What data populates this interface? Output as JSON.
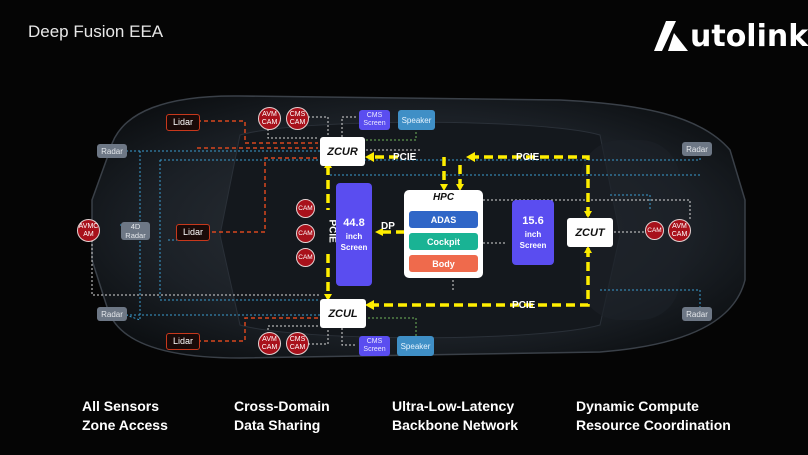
{
  "header": {
    "title": "Deep Fusion EEA",
    "brand": "utolink",
    "brand_full": "Autolink"
  },
  "colors": {
    "background": "#050505",
    "pcie_line": "#ffee00",
    "sensor_line": "#c8381c",
    "network_line": "#3a9ccf",
    "screen": "#5a4df0",
    "adas": "#2f66c7",
    "cockpit": "#19b394",
    "body": "#ef6a4c",
    "cam": "#a8111b",
    "radar": "#6d7785",
    "speaker": "#3f8fc6"
  },
  "diagram": {
    "zones": {
      "zcur": "ZCUR",
      "zcul": "ZCUL",
      "zcut": "ZCUT"
    },
    "hpc": {
      "title": "HPC",
      "modules": [
        "ADAS",
        "Cockpit",
        "Body"
      ]
    },
    "screens": {
      "main": {
        "size": "44.8",
        "unit": "inch",
        "label": "Screen"
      },
      "secondary": {
        "size": "15.6",
        "unit": "inch",
        "label": "Screen"
      }
    },
    "links": {
      "pcie": "PCIE",
      "dp": "DP"
    },
    "sensors": {
      "radar": "Radar",
      "radar_4d": "4D Radar",
      "lidar": "Lidar",
      "avm_cam": "AVM CAM",
      "cms_cam": "CMS CAM",
      "cam": "CAM",
      "avmc_am": "AVMC AM",
      "cms_screen": "CMS Screen",
      "speaker": "Speaker"
    }
  },
  "features": [
    {
      "line1": "All Sensors",
      "line2": "Zone Access"
    },
    {
      "line1": "Cross-Domain",
      "line2": "Data Sharing"
    },
    {
      "line1": "Ultra-Low-Latency",
      "line2": "Backbone Network"
    },
    {
      "line1": "Dynamic Compute",
      "line2": "Resource Coordination"
    }
  ]
}
